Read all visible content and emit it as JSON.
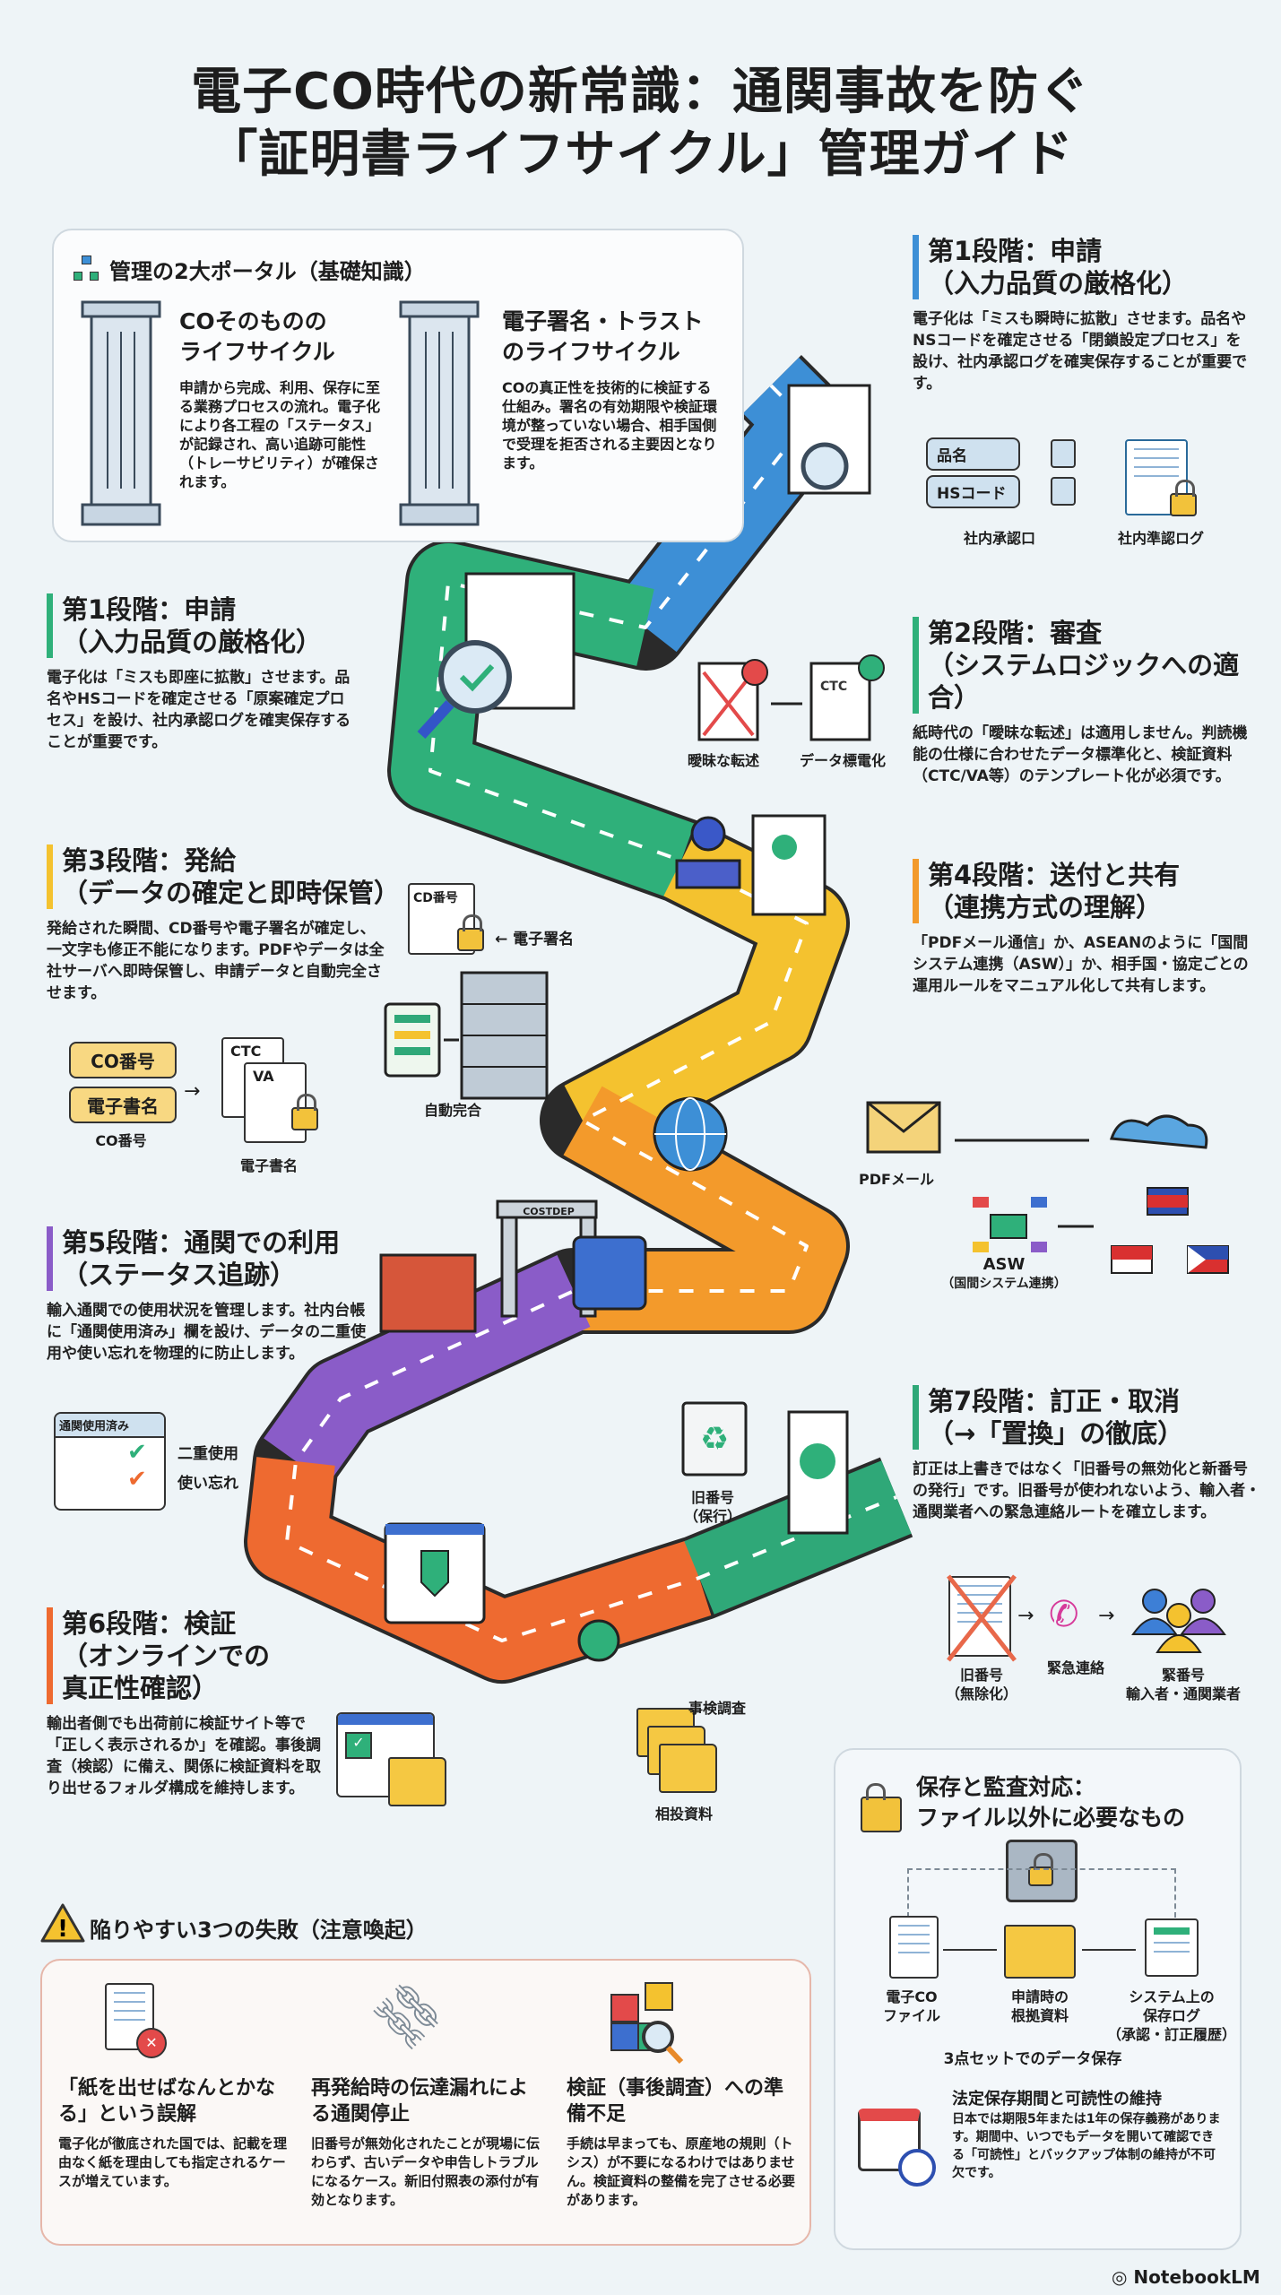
{
  "title": {
    "line1": "電子CO時代の新常識：通関事故を防ぐ",
    "line2": "「証明書ライフサイクル」管理ガイド"
  },
  "portals": {
    "heading": "管理の2大ポータル（基礎知識）",
    "items": [
      {
        "title": "COそのものの\nライフサイクル",
        "body": "申請から完成、利用、保存に至る業務プロセスの流れ。電子化により各工程の「ステータス」が記録され、高い追跡可能性（トレーサビリティ）が確保されます。"
      },
      {
        "title": "電子署名・トラスト\nのライフサイクル",
        "body": "COの真正性を技術的に検証する仕組み。署名の有効期限や検証環境が整っていない場合、相手国側で受理を拒否される主要因となります。"
      }
    ]
  },
  "stage1_right": {
    "title": "第1段階：申請",
    "subtitle": "（入力品質の厳格化）",
    "body": "電子化は「ミスも瞬時に拡散」させます。品名やNSコードを確定させる「閉鎖設定プロセス」を設け、社内承認ログを確実保存することが重要です。",
    "fields": [
      "品名",
      "HSコード"
    ],
    "labels": [
      "社内承認口",
      "社内準認ログ"
    ]
  },
  "stage1_left": {
    "title": "第1段階：申請",
    "subtitle": "（入力品質の厳格化）",
    "body": "電子化は「ミスも即座に拡散」させます。品名やHSコードを確定させる「原案確定プロセス」を設け、社内承認ログを確実保存することが重要です。"
  },
  "stage2": {
    "title": "第2段階：審査",
    "subtitle": "（システムロジックへの適合）",
    "body": "紙時代の「曖昧な転述」は適用しません。判読機能の仕様に合わせたデータ標準化と、検証資料（CTC/VA等）のテンプレート化が必須です。",
    "labels": [
      "曖昧な転述",
      "データ標電化"
    ],
    "doc_tag": "CTC"
  },
  "stage3": {
    "title": "第3段階：発給",
    "subtitle": "（データの確定と即時保管）",
    "body": "発給された瞬間、CD番号や電子署名が確定し、一文字も修正不能になります。PDFやデータは全社サーバへ即時保管し、申請データと自動完全させます。",
    "tags": [
      "CO番号",
      "電子書名"
    ],
    "doc_tags": [
      "CTC",
      "VA"
    ],
    "labels": [
      "CO番号",
      "電子書名"
    ],
    "cd_doc": "CD番号",
    "sign_label": "← 電子署名",
    "auto_label": "自動完合"
  },
  "stage4": {
    "title": "第4段階：送付と共有",
    "subtitle": "（連携方式の理解）",
    "body": "「PDFメール通信」か、ASEANのように「国間システム連携（ASW）」か、相手国・協定ごとの運用ルールをマニュアル化して共有します。",
    "pdf_label": "PDFメール",
    "asw_label": "ASW",
    "asw_sub": "（国間システム連携）"
  },
  "stage5": {
    "title": "第5段階：通関での利用",
    "subtitle": "（ステータス追跡）",
    "body": "輸入通関での使用状況を管理します。社内台帳に「通関使用済み」欄を設け、データの二重使用や使い忘れを物理的に防止します。",
    "sheet_header": "通関使用済み",
    "labels": [
      "二重使用",
      "使い忘れ"
    ],
    "gate_label": "COSTDEP"
  },
  "stage6": {
    "title": "第6段階：検証",
    "subtitle": "（オンラインでの\n真正性確認）",
    "body": "輸出者側でも出荷前に検証サイト等で「正しく表示されるか」を確認。事後調査（検認）に備え、関係に検証資料を取り出せるフォルダ構成を維持します。",
    "labels": [
      "事検調査",
      "相投資料"
    ]
  },
  "stage7": {
    "title": "第7段階：訂正・取消",
    "subtitle": "（→「置換」の徹底）",
    "body": "訂正は上書きではなく「旧番号の無効化と新番号の発行」です。旧番号が使われないよう、輸入者・通関業者への緊急連絡ルートを確立します。",
    "labels": [
      "旧番号\n（無除化）",
      "緊急連絡",
      "緊番号\n輸入者・通関業者"
    ],
    "old_label": "旧番号\n（保行）"
  },
  "storage": {
    "title": "保存と監査対応：\nファイル以外に必要なもの",
    "items": [
      "電子CO\nファイル",
      "申請時の\n根拠資料",
      "システム上の\n保存ログ\n（承認・訂正履歴）"
    ],
    "caption": "3点セットでのデータ保存",
    "sub_title": "法定保存期間と可読性の維持",
    "sub_body": "日本では期限5年または1年の保存義務があります。期間中、いつでもデータを開いて確認できる「可読性」とバックアップ体制の維持が不可欠です。"
  },
  "pitfalls": {
    "heading": "陥りやすい3つの失敗（注意喚起）",
    "items": [
      {
        "title": "「紙を出せばなんとかなる」という誤解",
        "body": "電子化が徹底された国では、記載を理由なく紙を理由しても指定されるケースが増えています。"
      },
      {
        "title": "再発給時の伝達漏れによる通関停止",
        "body": "旧番号が無効化されたことが現場に伝わらず、古いデータや申告しトラブルになるケース。新旧付照表の添付が有効となります。"
      },
      {
        "title": "検証（事後調査）への準備不足",
        "body": "手続は早まっても、原産地の規則（トシス）が不要になるわけではありません。検証資料の整備を完了させる必要があります。"
      }
    ]
  },
  "footer": {
    "brand": "NotebookLM"
  },
  "colors": {
    "blue": "#3d8fd6",
    "green": "#2fb07a",
    "yellow": "#f4c22f",
    "orange": "#f39a2b",
    "purple": "#8a5cc8",
    "red_orange": "#ee6a30",
    "teal": "#2fa878"
  }
}
